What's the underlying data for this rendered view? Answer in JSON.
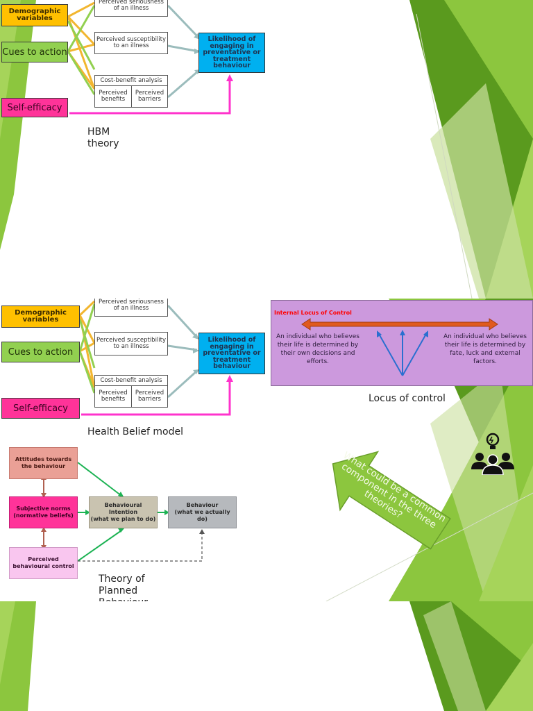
{
  "hbm": {
    "demographic": "Demographic variables",
    "cues": "Cues to action",
    "self_efficacy": "Self-efficacy",
    "seriousness": "Perceived seriousness of an illness",
    "susceptibility": "Perceived susceptibility to an illness",
    "cost_benefit": "Cost-benefit analysis",
    "benefits": "Perceived benefits",
    "barriers": "Perceived barriers",
    "likelihood": "Likelihood of engaging in preventative or treatment behaviour"
  },
  "captions": {
    "hbm_theory": "HBM theory",
    "health_belief_model": "Health Belief model",
    "locus_of_control": "Locus of control",
    "tpb": "Theory of Planned Behaviour"
  },
  "locus": {
    "title": "Internal Locus of Control",
    "internal_text": "An individual who believes their life is determined by their own decisions and efforts.",
    "external_text": "An individual who believes their life is determined by fate, luck and external factors.",
    "bg_color": "#cc99dd",
    "arrow_color": "#e05a1e",
    "title_color": "#ff0000"
  },
  "tpb": {
    "attitudes": "Attitudes towards the behaviour",
    "norms": "Subjective norms (normative beliefs)",
    "control": "Perceived behavioural control",
    "intention_title": "Behavioural Intention",
    "intention_sub": "(what we plan to do)",
    "behaviour_title": "Behaviour",
    "behaviour_sub": "(what we actually do)"
  },
  "question": "What could be a common component in the three theories?",
  "icons": {
    "team": "team-lightbulb-icon"
  },
  "colors": {
    "green_dark": "#5a9a1e",
    "green_light": "#8cc63e",
    "green_pale": "#c9e09c",
    "arrow_fill": "#8cc63e"
  }
}
